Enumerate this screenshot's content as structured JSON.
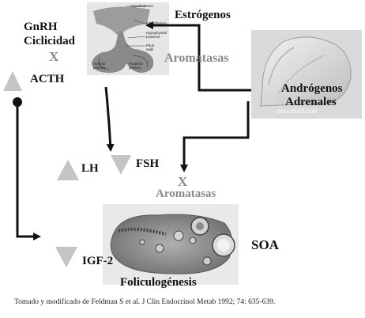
{
  "labels": {
    "gnrh": "GnRH",
    "ciclicidad": "Ciclicidad",
    "x_top": "X",
    "acth": "ACTH",
    "estrogenos": "Estrógenos",
    "aromatasas_top": "Aromatasas",
    "androgenos": "Andrógenos",
    "adrenales": "Adrenales",
    "lh": "LH",
    "fsh": "FSH",
    "x_mid": "X",
    "aromatasas_mid": "Aromatasas",
    "soa": "SOA",
    "igf2": "IGF-2",
    "foliculogenesis": "Foliculogénesis"
  },
  "pituitary_labels": {
    "hypothalamus": "Hypothalamus",
    "infundibulum": "Infundibulum",
    "hypophyseal": "Hypophyseal",
    "posterior": "posterior",
    "pituit": "Pituit",
    "stalk": "stalk",
    "anterior": "Anterior",
    "anterior_pituitary": "pituitary",
    "posterior2": "Posterior",
    "posterior_pituitary": "pituitary"
  },
  "watermark": "3DSCIENCE.COM",
  "caption": "Tomado y modificado de Feldman S et al. J Clin Endocrinol Metab 1992; 74: 635-639.",
  "colors": {
    "arrow": "#111111",
    "triangle": "#c4c4c4",
    "gray_text": "#8a8a8a"
  }
}
